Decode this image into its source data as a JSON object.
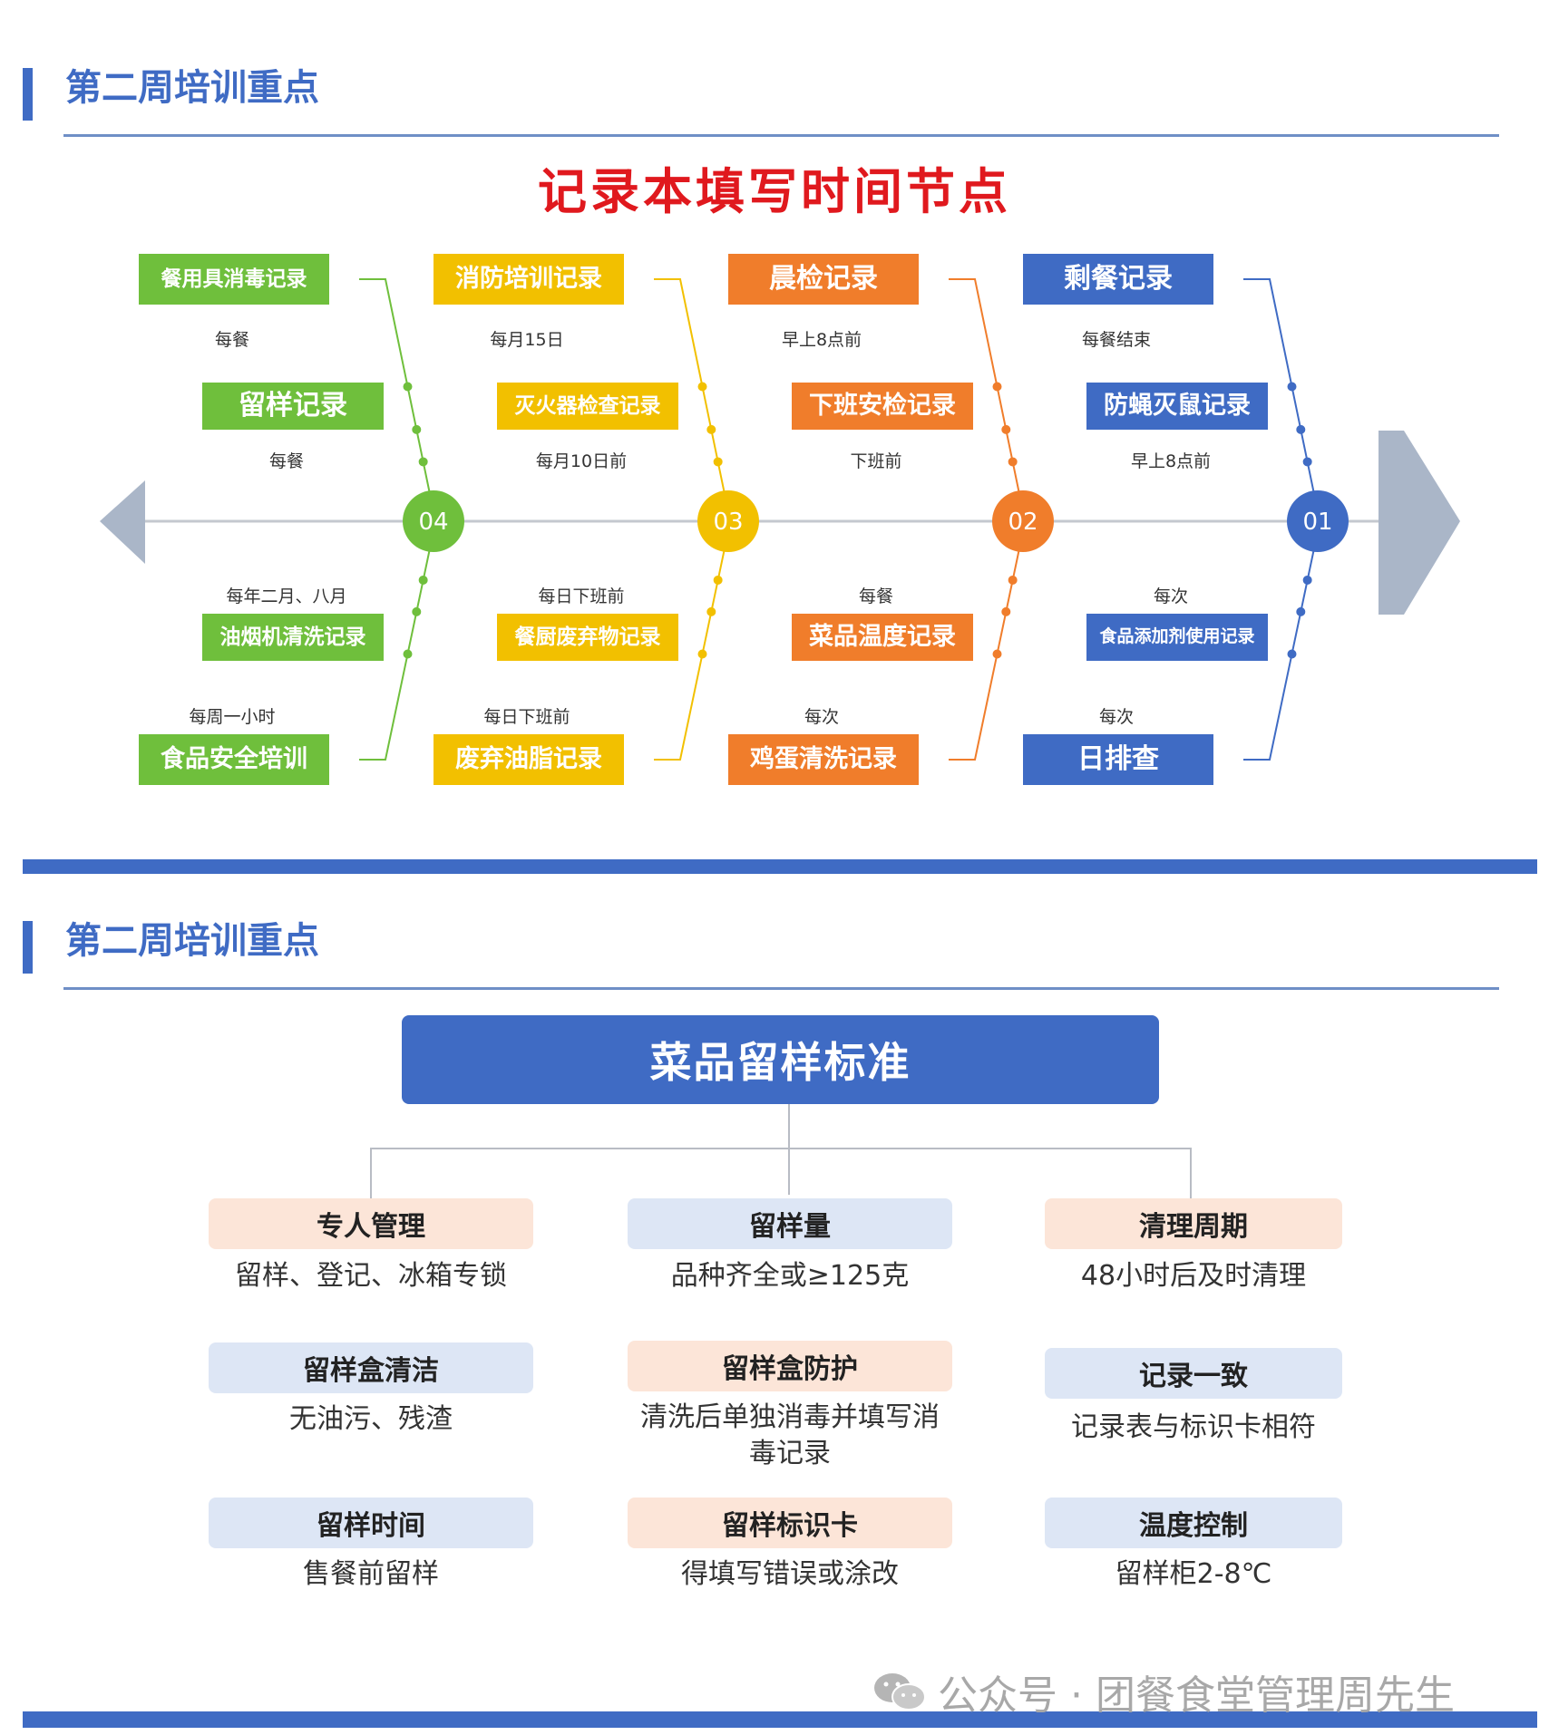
{
  "sections": [
    {
      "title": "第二周培训重点"
    },
    {
      "title": "第二周培训重点"
    }
  ],
  "fishbone": {
    "title": "记录本填写时间节点",
    "nodes": [
      {
        "label": "04",
        "color": "#6fbf3c"
      },
      {
        "label": "03",
        "color": "#f2c000"
      },
      {
        "label": "02",
        "color": "#f07d2b"
      },
      {
        "label": "01",
        "color": "#3f6bc4"
      }
    ],
    "groups": [
      {
        "color": "#6fbf3c",
        "items": [
          {
            "label": "餐用具消毒记录",
            "freq": "每餐"
          },
          {
            "label": "留样记录",
            "freq": "每餐"
          },
          {
            "label": "油烟机清洗记录",
            "freq": "每年二月、八月"
          },
          {
            "label": "食品安全培训",
            "freq": "每周一小时"
          }
        ]
      },
      {
        "color": "#f2c000",
        "items": [
          {
            "label": "消防培训记录",
            "freq": "每月15日"
          },
          {
            "label": "灭火器检查记录",
            "freq": "每月10日前"
          },
          {
            "label": "餐厨废弃物记录",
            "freq": "每日下班前"
          },
          {
            "label": "废弃油脂记录",
            "freq": "每日下班前"
          }
        ]
      },
      {
        "color": "#f07d2b",
        "items": [
          {
            "label": "晨检记录",
            "freq": "早上8点前"
          },
          {
            "label": "下班安检记录",
            "freq": "下班前"
          },
          {
            "label": "菜品温度记录",
            "freq": "每餐"
          },
          {
            "label": "鸡蛋清洗记录",
            "freq": "每次"
          }
        ]
      },
      {
        "color": "#3f6bc4",
        "items": [
          {
            "label": "剩餐记录",
            "freq": "每餐结束"
          },
          {
            "label": "防蝇灭鼠记录",
            "freq": "早上8点前"
          },
          {
            "label": "食品添加剂使用记录",
            "freq": "每次"
          },
          {
            "label": "日排查",
            "freq": "每次"
          }
        ]
      }
    ]
  },
  "standard": {
    "title": "菜品留样标准",
    "items": [
      {
        "title": "专人管理",
        "desc": "留样、登记、冰箱专锁",
        "tint": "#fce5d8"
      },
      {
        "title": "留样量",
        "desc": "品种齐全或≥125克",
        "tint": "#dde6f5"
      },
      {
        "title": "清理周期",
        "desc": "48小时后及时清理",
        "tint": "#fce5d8"
      },
      {
        "title": "留样盒清洁",
        "desc": "无油污、残渣",
        "tint": "#dde6f5"
      },
      {
        "title": "留样盒防护",
        "desc": "清洗后单独消毒并填写消毒记录",
        "tint": "#fce5d8"
      },
      {
        "title": "记录一致",
        "desc": "记录表与标识卡相符",
        "tint": "#dde6f5"
      },
      {
        "title": "留样时间",
        "desc": "售餐前留样",
        "tint": "#dde6f5"
      },
      {
        "title": "留样标识卡",
        "desc": "得填写错误或涂改",
        "tint": "#fce5d8"
      },
      {
        "title": "温度控制",
        "desc": "留样柜2-8℃",
        "tint": "#dde6f5"
      }
    ]
  },
  "watermark": {
    "text": "公众号 · 团餐食堂管理周先生",
    "icon": "wechat-icon"
  }
}
